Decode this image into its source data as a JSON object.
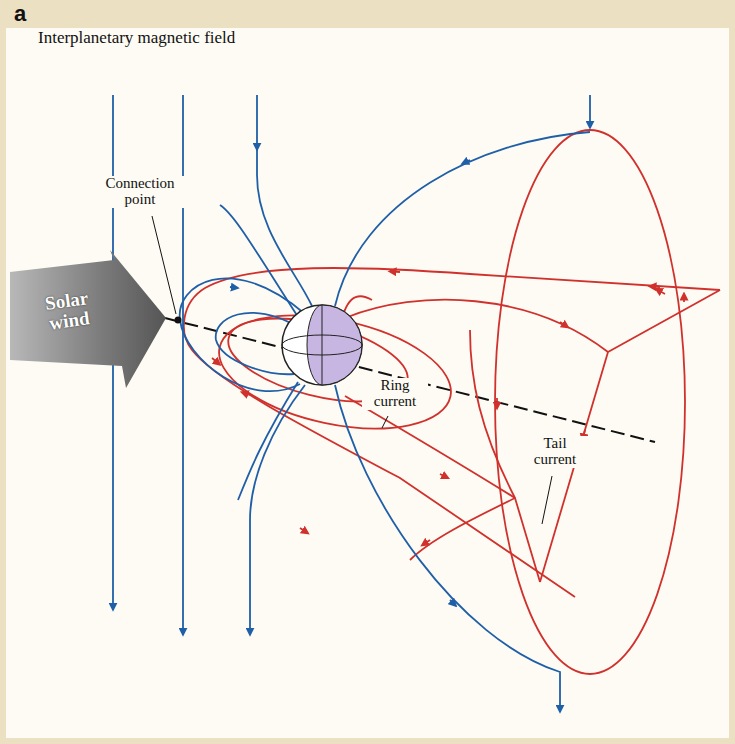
{
  "diagram": {
    "nodes": [
      {
        "text": [
          "Solar wind"
        ]
      }
    ],
    "labels": [
      "a",
      "Interplanetary magnetic field",
      "Connection point",
      "Ring current",
      "Tail current"
    ]
  }
}
